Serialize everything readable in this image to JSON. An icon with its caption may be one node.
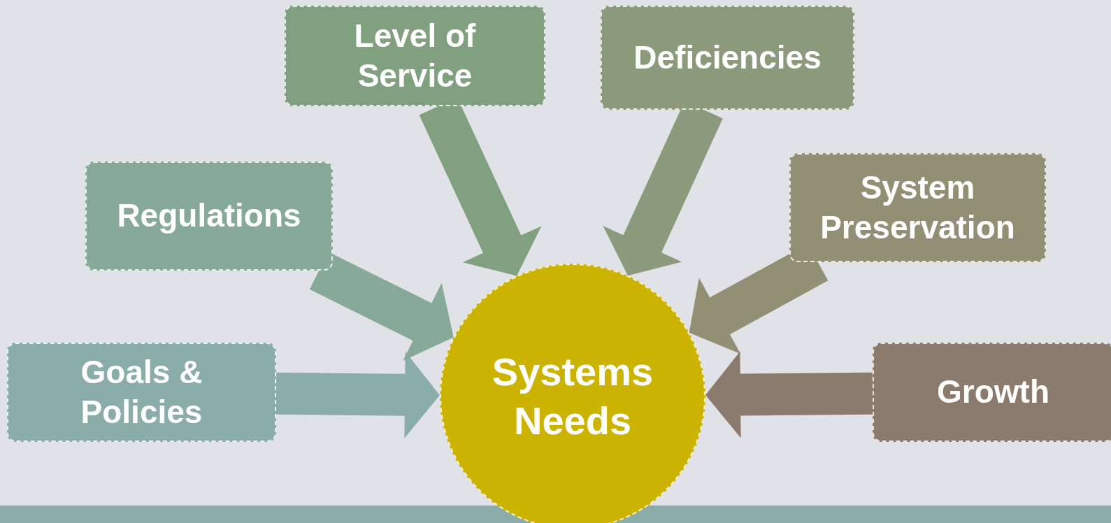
{
  "diagram": {
    "nodes": [
      {
        "text": [
          "Goals & Policies"
        ]
      },
      {
        "text": [
          "Regulations"
        ]
      },
      {
        "text": [
          "Level of Service"
        ]
      },
      {
        "text": [
          "Deficiencies"
        ]
      },
      {
        "text": [
          "System Preservation"
        ]
      },
      {
        "text": [
          "Growth"
        ]
      },
      {
        "text": [
          "Systems Needs"
        ]
      }
    ],
    "edges": [
      {
        "from": 0,
        "to": 6,
        "arrow": "to",
        "color": "#8aadaa"
      },
      {
        "from": 1,
        "to": 6,
        "arrow": "to",
        "color": "#86a998"
      },
      {
        "from": 2,
        "to": 6,
        "arrow": "to",
        "color": "#80a080"
      },
      {
        "from": 3,
        "to": 6,
        "arrow": "to",
        "color": "#8c9a7c"
      },
      {
        "from": 4,
        "to": 6,
        "arrow": "to",
        "color": "#928f74"
      },
      {
        "from": 5,
        "to": 6,
        "arrow": "to",
        "color": "#8b7b6e"
      }
    ]
  }
}
